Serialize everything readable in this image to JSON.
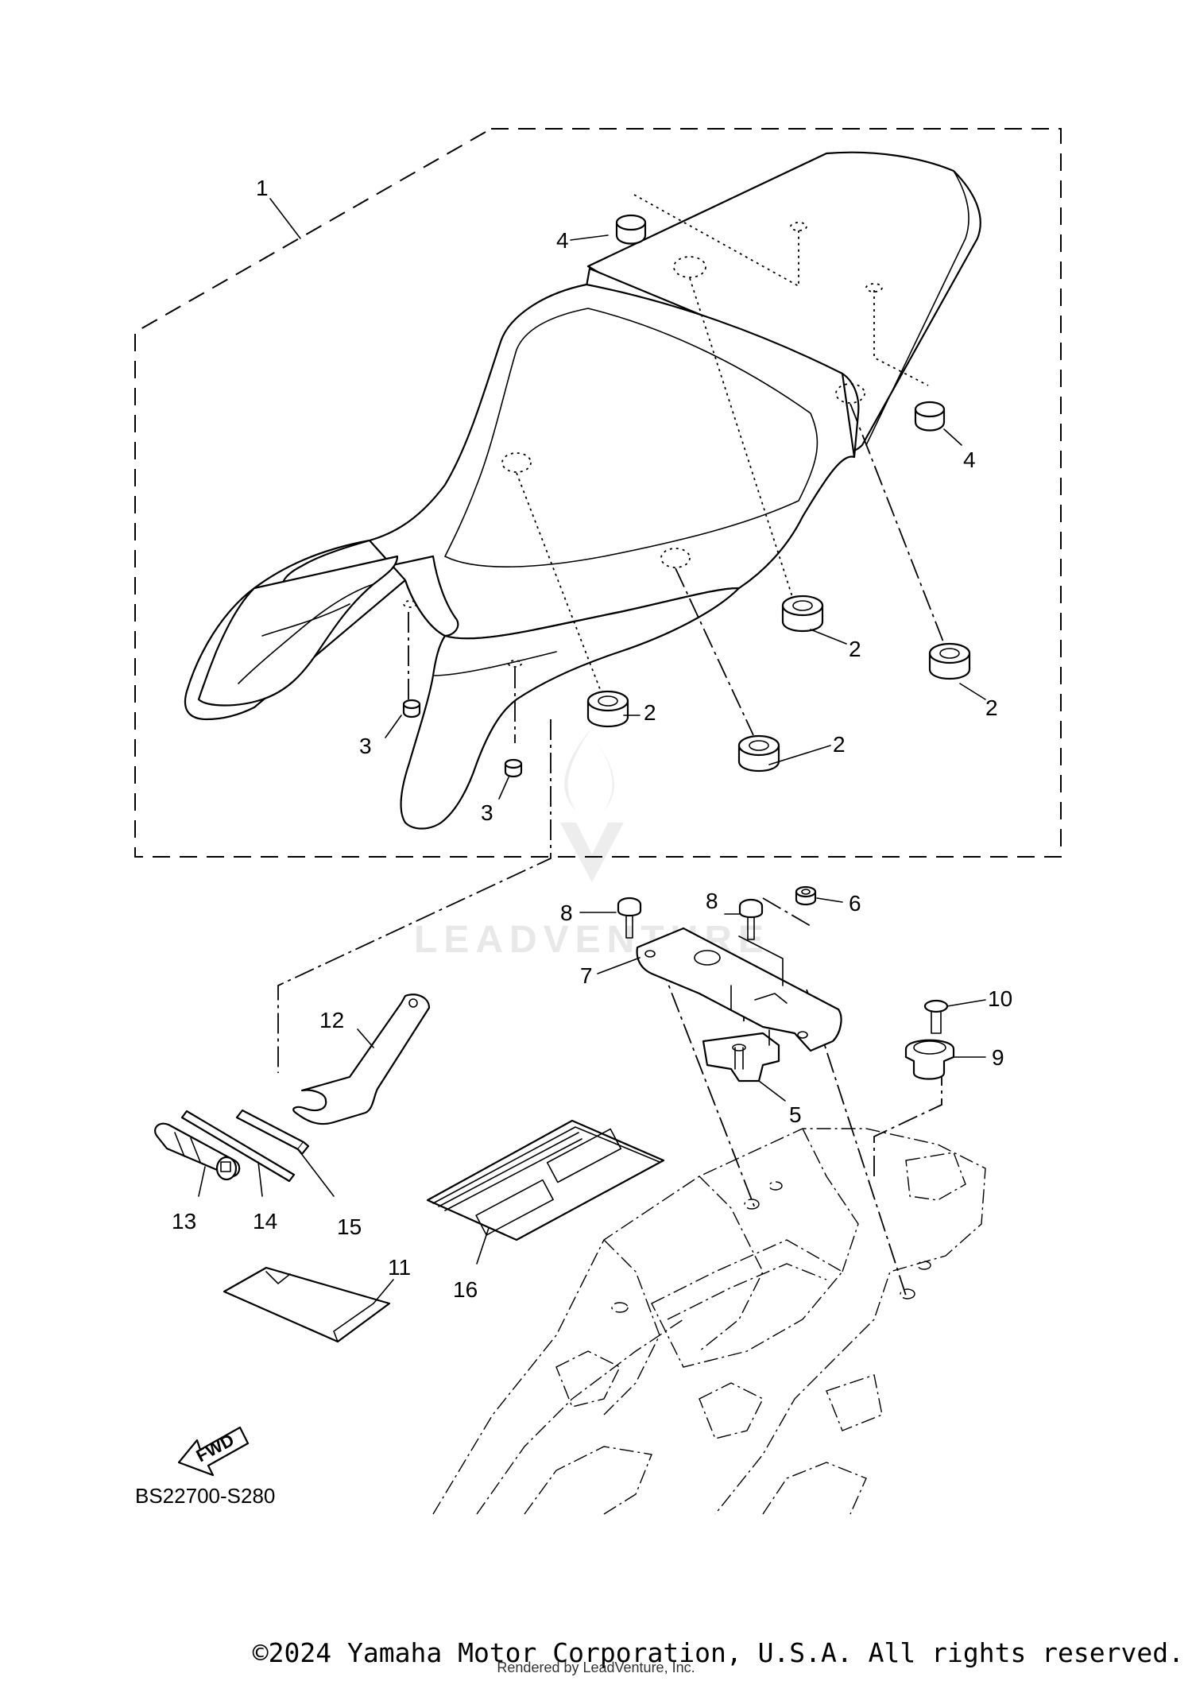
{
  "diagram": {
    "callouts": [
      {
        "id": "c1",
        "text": "1"
      },
      {
        "id": "c2a",
        "text": "2"
      },
      {
        "id": "c2b",
        "text": "2"
      },
      {
        "id": "c2c",
        "text": "2"
      },
      {
        "id": "c2d",
        "text": "2"
      },
      {
        "id": "c3a",
        "text": "3"
      },
      {
        "id": "c3b",
        "text": "3"
      },
      {
        "id": "c4a",
        "text": "4"
      },
      {
        "id": "c4b",
        "text": "4"
      },
      {
        "id": "c5",
        "text": "5"
      },
      {
        "id": "c6",
        "text": "6"
      },
      {
        "id": "c7",
        "text": "7"
      },
      {
        "id": "c8a",
        "text": "8"
      },
      {
        "id": "c8b",
        "text": "8"
      },
      {
        "id": "c9",
        "text": "9"
      },
      {
        "id": "c10",
        "text": "10"
      },
      {
        "id": "c11",
        "text": "11"
      },
      {
        "id": "c12",
        "text": "12"
      },
      {
        "id": "c13",
        "text": "13"
      },
      {
        "id": "c14",
        "text": "14"
      },
      {
        "id": "c15",
        "text": "15"
      },
      {
        "id": "c16",
        "text": "16"
      }
    ],
    "fwd_label": "FWD",
    "diagram_code": "BS22700-S280",
    "watermark": "LEADVENTURE"
  },
  "footer": {
    "copyright": "©2024 Yamaha Motor Corporation, U.S.A. All rights reserved.",
    "rendered_by": "Rendered by LeadVenture, Inc."
  }
}
